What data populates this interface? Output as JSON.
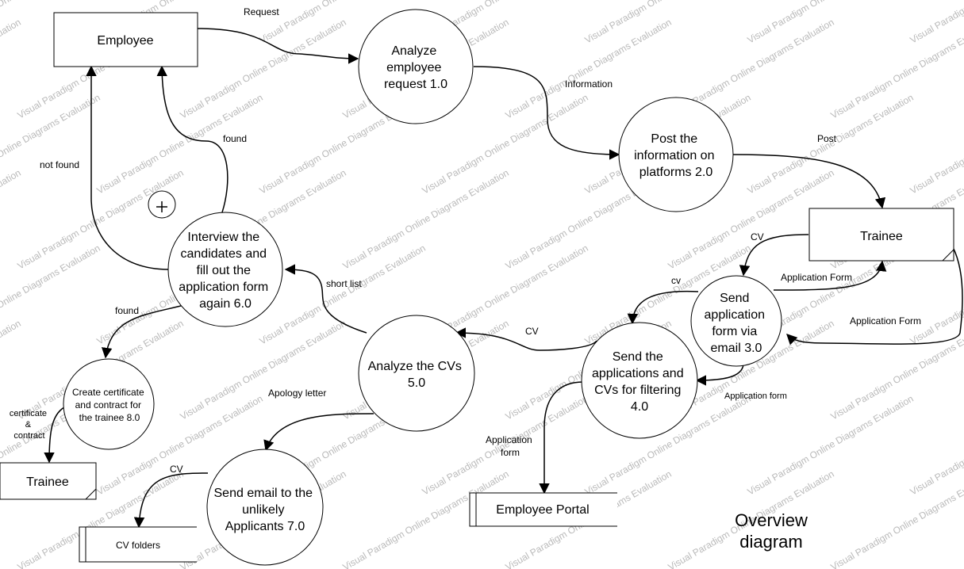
{
  "diagram": {
    "title_line1": "Overview",
    "title_line2": "diagram",
    "watermark": "Visual Paradigm Online Diagrams Evaluation",
    "entities": {
      "employee": "Employee",
      "trainee_top": "Trainee",
      "trainee_bottom": "Trainee"
    },
    "stores": {
      "employee_portal": "Employee Portal",
      "cv_folders": "CV folders"
    },
    "processes": {
      "p1": [
        "Analyze",
        "employee",
        "request 1.0"
      ],
      "p2": [
        "Post the",
        "information on",
        "platforms 2.0"
      ],
      "p3": [
        "Send",
        "application",
        "form via",
        "email 3.0"
      ],
      "p4": [
        "Send the",
        "applications and",
        "CVs for filtering",
        "4.0"
      ],
      "p5": [
        "Analyze the CVs",
        "5.0"
      ],
      "p6": [
        "Interview the",
        "candidates and",
        "fill out the",
        "application form",
        "again 6.0"
      ],
      "p7": [
        "Send email to the",
        "unlikely",
        "Applicants 7.0"
      ],
      "p8": [
        "Create certificate",
        "and contract  for",
        "the trainee  8.0"
      ]
    },
    "flows": {
      "request": "Request",
      "information": "Information",
      "post": "Post",
      "cv_trainee": "CV",
      "application_form_to_trainee": "Application Form",
      "application_form_from_trainee": "Application Form",
      "cv_to_p4": "cv",
      "application_form_to_p4": "Application form",
      "cv_to_p5": "CV",
      "application_form_portal": [
        "Application",
        "form"
      ],
      "short_list": "short list",
      "apology_letter": "Apology letter",
      "cv_folders_flow": "CV",
      "found_top": "found",
      "not_found": "not found",
      "found_bottom": "found",
      "certificate_contract": [
        "certificate",
        "&",
        "contract"
      ]
    }
  }
}
